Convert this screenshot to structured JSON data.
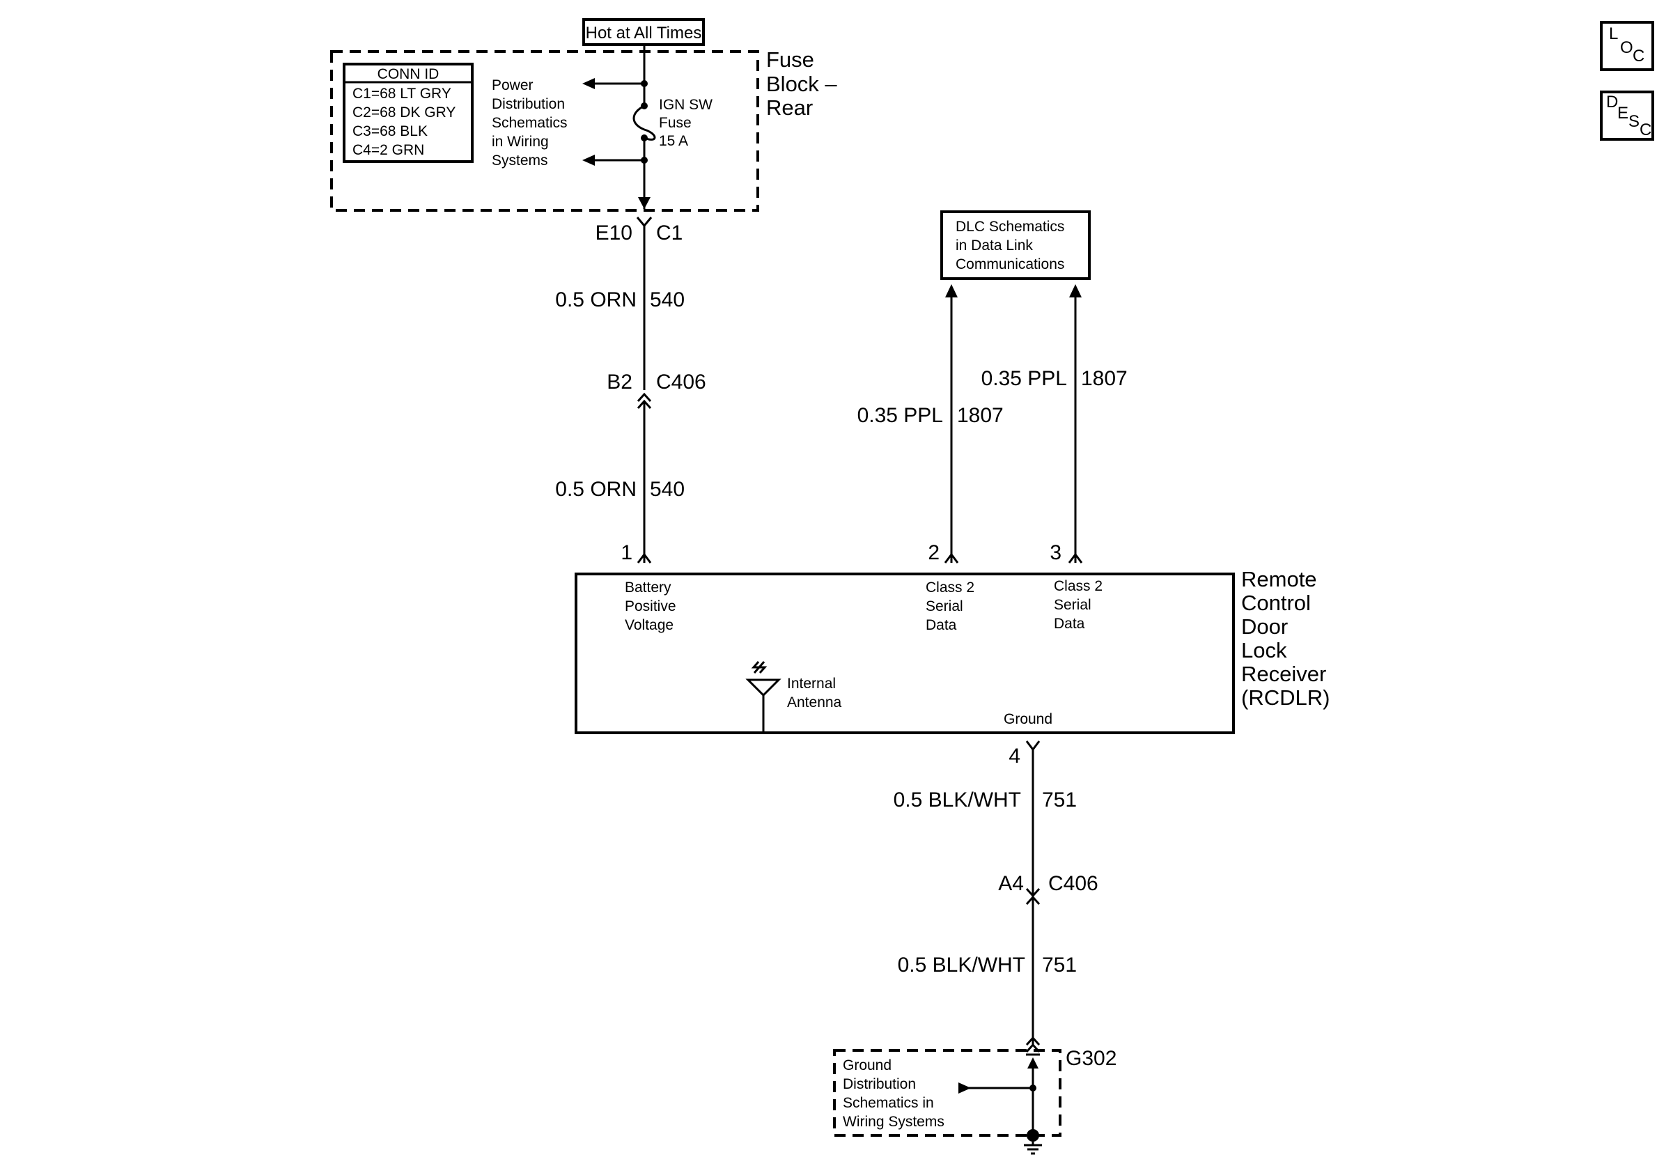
{
  "top_label": "Hot at All Times",
  "fuse_block": {
    "title_lines": [
      "Fuse",
      "Block –",
      "Rear"
    ],
    "conn_id": {
      "header": "CONN ID",
      "rows": [
        "C1=68 LT GRY",
        "C2=68 DK GRY",
        "C3=68 BLK",
        "C4=2 GRN"
      ]
    },
    "power_dist_lines": [
      "Power",
      "Distribution",
      "Schematics",
      "in Wiring",
      "Systems"
    ],
    "fuse_lines": [
      "IGN SW",
      "Fuse",
      "15 A"
    ],
    "pin": "E10",
    "conn": "C1"
  },
  "wires": {
    "w540_upper": {
      "gauge_color": "0.5 ORN",
      "circuit": "540"
    },
    "c406_top": {
      "pin": "B2",
      "conn": "C406"
    },
    "w540_lower": {
      "gauge_color": "0.5 ORN",
      "circuit": "540"
    },
    "w1807_a": {
      "gauge_color": "0.35 PPL",
      "circuit": "1807"
    },
    "w1807_b": {
      "gauge_color": "0.35 PPL",
      "circuit": "1807"
    },
    "w751_upper": {
      "gauge_color": "0.5 BLK/WHT",
      "circuit": "751"
    },
    "c406_bottom": {
      "pin": "A4",
      "conn": "C406"
    },
    "w751_lower": {
      "gauge_color": "0.5 BLK/WHT",
      "circuit": "751"
    }
  },
  "dlc": {
    "lines": [
      "DLC Schematics",
      "in Data Link",
      "Communications"
    ]
  },
  "rcdlr": {
    "title_lines": [
      "Remote",
      "Control",
      "Door",
      "Lock",
      "Receiver",
      "(RCDLR)"
    ],
    "pins": [
      {
        "num": "1",
        "lines": [
          "Battery",
          "Positive",
          "Voltage"
        ]
      },
      {
        "num": "2",
        "lines": [
          "Class 2",
          "Serial",
          "Data"
        ]
      },
      {
        "num": "3",
        "lines": [
          "Class 2",
          "Serial",
          "Data"
        ]
      },
      {
        "num": "4",
        "lines": [
          "Ground"
        ]
      }
    ],
    "antenna_lines": [
      "Internal",
      "Antenna"
    ]
  },
  "ground": {
    "id": "G302",
    "lines": [
      "Ground",
      "Distribution",
      "Schematics in",
      "Wiring Systems"
    ]
  },
  "side_icons": {
    "loc": {
      "letters": [
        "L",
        "O",
        "C"
      ],
      "icon": "location-icon"
    },
    "desc": {
      "letters": [
        "D",
        "E",
        "S",
        "C"
      ],
      "icon": "description-icon"
    }
  }
}
